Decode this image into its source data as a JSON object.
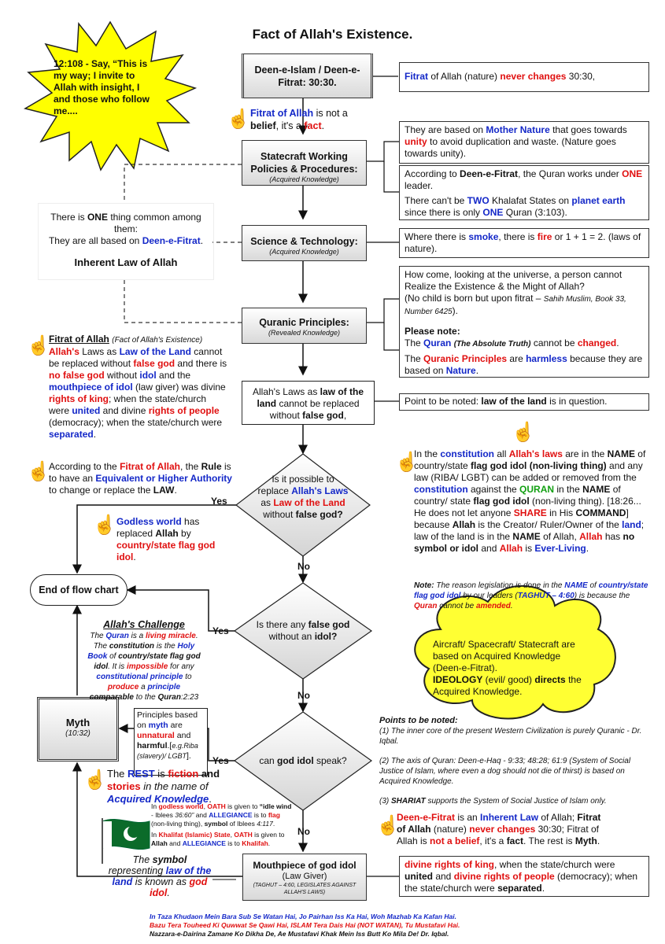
{
  "title": "Fact of Allah's Existence.",
  "burst": {
    "text": "12:108 - Say, “This is my way; I invite to Allah with insight, I and those who follow me...."
  },
  "flow": {
    "deen": "Deen-e-Islam / Deen-e-Fitrat: 30:30.",
    "statecraft": "Statecraft Working Policies & Procedures:",
    "statecraft_sub": "(Acquired Knowledge)",
    "science": "Science & Technology:",
    "science_sub": "(Acquired Knowledge)",
    "quranic": "Quranic Principles:",
    "quranic_sub": "(Revealed Knowledge)",
    "laws_box": [
      "Allah's Laws as ",
      "law of the land",
      " cannot be replaced without ",
      "false god",
      ","
    ],
    "d1": [
      "Is it possible to replace ",
      "Allah's Laws",
      " as ",
      "Law of the Land",
      " without ",
      "false",
      " ",
      "god?"
    ],
    "d2": [
      "Is there any ",
      "false god",
      " without an ",
      "idol?"
    ],
    "d3": [
      "can ",
      "god idol",
      " speak?"
    ],
    "mouthpiece": "Mouthpiece of god idol",
    "mouthpiece_sub": "(Law Giver)",
    "mouthpiece_note": "(TAGHUT – 4:60, LEGISLATES AGAINST ALLAH'S LAWS)",
    "end": "End of flow chart",
    "myth": "Myth",
    "myth_ref": "(10:32)",
    "yes": "Yes",
    "no": "No"
  },
  "fitrat_note": [
    "Fitrat of Allah",
    " is not a ",
    "belief",
    ", it's a ",
    "fact",
    "."
  ],
  "right": {
    "r1": [
      "Fitrat",
      " of Allah (nature) ",
      "never changes",
      " 30:30,"
    ],
    "r2": [
      "They are based on ",
      "Mother Nature",
      " that goes towards ",
      "unity",
      " to avoid duplication and waste. (Nature goes towards unity)."
    ],
    "r3a": [
      "According to ",
      "Deen-e-Fitrat",
      ", the Quran works under ",
      "ONE",
      " leader."
    ],
    "r3b": [
      "There can't be ",
      "TWO",
      " Khalafat States on ",
      "planet earth",
      " since there is only ",
      "ONE",
      " Quran (3:103)."
    ],
    "r4": [
      "Where there is ",
      "smoke",
      ", there is ",
      "fire",
      " or 1 + 1 = 2. (laws of nature)."
    ],
    "r5a": "How come, looking at the universe, a person cannot Realize the Existence & the Might of Allah?",
    "r5b": "(No child is born but upon fitrat –",
    "r5c": "Sahih Muslim, Book 33, Number 6425",
    "r5d": ").",
    "r5e": "Please note:",
    "r5f": [
      "The ",
      "Quran",
      "(The Absolute Truth)",
      " cannot be ",
      "changed",
      "."
    ],
    "r5g": [
      "The ",
      "Quranic Principles",
      " are ",
      "harmless",
      " because they are based on ",
      "Nature",
      "."
    ],
    "r6": [
      "Point to be noted:  ",
      "law of the land",
      " is in question."
    ]
  },
  "common": {
    "l1": [
      "There is ",
      "ONE",
      " thing common among them:"
    ],
    "l2": [
      "They are all based on ",
      "Deen-e-Fitrat",
      "."
    ],
    "l3": "Inherent Law of Allah"
  },
  "left_fitrat": {
    "head": "Fitrat of Allah",
    "head_sub": "(Fact of Allah's Existence)",
    "body": [
      "Allah's",
      " Laws as ",
      "Law of the Land",
      " cannot be replaced without ",
      "false god",
      " and there is ",
      "no false god",
      " without ",
      "idol",
      " and the ",
      "mouthpiece of idol",
      " (law giver) was divine ",
      "rights of king",
      "; when the state/church were ",
      "united",
      " and divine ",
      "rights of people",
      " (democracy); when the state/church were ",
      "separated",
      "."
    ]
  },
  "rule_note": [
    "According to the ",
    "Fitrat of Allah",
    ", the ",
    "Rule",
    " is to have an ",
    "Equivalent or Higher Authority",
    " to change or replace the ",
    "LAW",
    "."
  ],
  "godless": [
    "Godless world",
    " has replaced ",
    "Allah",
    " by ",
    "country/state flag god idol",
    "."
  ],
  "constitution": [
    "In the ",
    "constitution",
    " all ",
    "Allah's laws",
    " are in the ",
    "NAME",
    " of country/state ",
    "flag god idol",
    " (non-living thing)",
    " and any law (RIBA/ LGBT) can be added or removed from the ",
    "constitution",
    " against the ",
    "QURAN",
    " in the ",
    "NAME",
    " of country/ state ",
    "flag god idol",
    " (non-living thing). [18:26... He does not let anyone ",
    "SHARE",
    " in His ",
    "COMMAND",
    "]  because ",
    "Allah",
    " is the Creator/ Ruler/Owner of the ",
    "land",
    "; law of the land is in the ",
    "NAME",
    " of Allah, ",
    "Allah",
    " has ",
    "no symbol or idol",
    " and ",
    "Allah",
    " is ",
    "Ever-Living",
    "."
  ],
  "note_legislation": [
    "Note:",
    " The reason legislation is done in the ",
    "NAME",
    " of ",
    "country/state flag god idol",
    " by our leaders (",
    "TAGHUT – 4:60",
    ") is because the ",
    "Quran",
    " cannot be ",
    "amended",
    "."
  ],
  "challenge": {
    "head": "Allah's Challenge",
    "body": [
      "The ",
      "Quran",
      " is a ",
      "living miracle",
      ". The ",
      "constitution",
      " is the ",
      "Holy Book",
      " of ",
      "country/state flag god idol",
      ". It is ",
      "impossible",
      " for any ",
      "constitutional principle",
      " to ",
      "produce",
      " a ",
      "principle",
      " comparable",
      " to the ",
      "Quran",
      ":2:23"
    ]
  },
  "cloud": [
    "Aircraft/ Spacecraft/ Statecraft are based on Acquired Knowledge (Deen-e-Fitrat).",
    "IDEOLOGY",
    " (evil/ good) ",
    "directs",
    " the Acquired Knowledge."
  ],
  "myth_note": [
    "Principles based on ",
    "myth",
    " are ",
    "unnatural",
    " and ",
    "harmful",
    ".[",
    "e.g.Riba (slavery)/ LGBT",
    "]."
  ],
  "points": {
    "head": "Points to be noted:",
    "p1": "(1)  The inner core of the present Western Civilization is purely Quranic - Dr. Iqbal.",
    "p2": "(2)  The axis of Quran: Deen-e-Haq - 9:33; 48:28; 61:9 (System of Social Justice of Islam, where even a dog should not die of thirst) is based on Acquired Knowledge.",
    "p3a": "(3) ",
    "p3b": "SHARIAT",
    "p3c": " supports the System of Social Justice of Islam only."
  },
  "rest": [
    "The ",
    "REST",
    " is ",
    "fiction",
    " and ",
    "stories",
    " in the name of ",
    "Acquired Knowledge",
    "."
  ],
  "oath": {
    "a": [
      "In ",
      "godless world",
      ", ",
      "OATH",
      " is given to ",
      "“idle wind",
      " - Iblees",
      " 36:60”",
      " and ",
      "ALLEGIANCE",
      " is to ",
      "flag",
      " (non-living thing), ",
      "symbol",
      " of Iblees ",
      "4:117",
      "."
    ],
    "b": [
      "In ",
      "Khalifat (Islamic) State",
      ", ",
      "OATH",
      " is given to ",
      "Allah",
      " and ",
      "ALLEGIANCE",
      " is to ",
      "Khalifah",
      "."
    ]
  },
  "symbol": [
    "The ",
    "symbol",
    " representing ",
    "law of the land",
    " is known as ",
    "god idol",
    "."
  ],
  "deen_fitrat_note": [
    "Deen-e-Fitrat",
    " is an ",
    "Inherent Law",
    " of Allah; ",
    "Fitrat of Allah",
    " (nature) ",
    "never changes",
    " 30:30; Fitrat of Allah is ",
    "not a belief",
    ", it's a ",
    "fact",
    ". The rest is ",
    "Myth",
    "."
  ],
  "divine": [
    "divine rights of king",
    ", when the state/church were ",
    "united",
    " and ",
    "divine rights of people",
    " (democracy); when the state/church were ",
    "separated",
    "."
  ],
  "footer": {
    "l1": "In Taza Khudaon Mein Bara Sub Se Watan Hai, Jo Pairhan Iss Ka Hai, Woh Mazhab Ka Kafan Hai.",
    "l2a": "Bazu Tera Touheed Ki Quwwat Se Qawi Hai,  ",
    "l2b": "ISLAM Tera Dais Hai (NOT WATAN), Tu Mustafavi Hai.",
    "l3": "Nazzara-e-Dairina Zamane Ko Dikha De,  Ae Mustafavi Khak Mein Iss Butt Ko Mila De!  Dr. Iqbal."
  },
  "colors": {
    "blue": "#1428c8",
    "red": "#e01010",
    "green": "#12a012",
    "burst": "#ffff00",
    "cloud": "#ffff33"
  },
  "icons": {
    "hand": "pointing-hand-icon",
    "flag": "pakistan-flag-icon"
  }
}
